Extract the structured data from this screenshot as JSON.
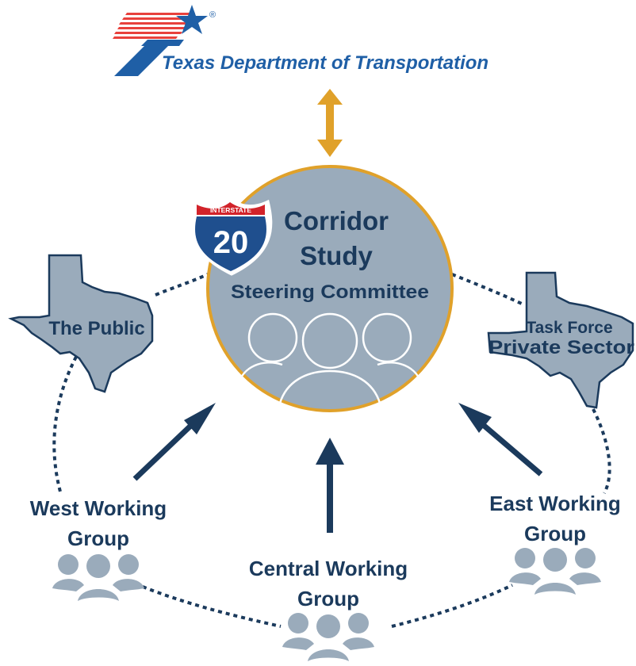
{
  "header": {
    "org_name": "Texas Department of Transportation",
    "registered_mark": "®"
  },
  "shield": {
    "top_label": "INTERSTATE",
    "number": "20"
  },
  "center": {
    "line1": "Corridor",
    "line2": "Study",
    "line3": "Steering Committee"
  },
  "nodes": {
    "public": "The Public",
    "task_force_line1": "Task Force",
    "task_force_line2": "Private Sector",
    "west_line1": "West Working",
    "west_line2": "Group",
    "central_line1": "Central Working",
    "central_line2": "Group",
    "east_line1": "East Working",
    "east_line2": "Group"
  },
  "colors": {
    "navy": "#1b3a5c",
    "steel": "#9aabbb",
    "gold": "#e0a12a",
    "brand_blue": "#1f5fa6",
    "brand_red": "#e8413c",
    "shield_red": "#d2232a"
  },
  "icons": [
    "texas-map-icon",
    "people-group-icon",
    "bidirectional-arrow-icon",
    "interstate-shield-icon",
    "star-icon"
  ]
}
